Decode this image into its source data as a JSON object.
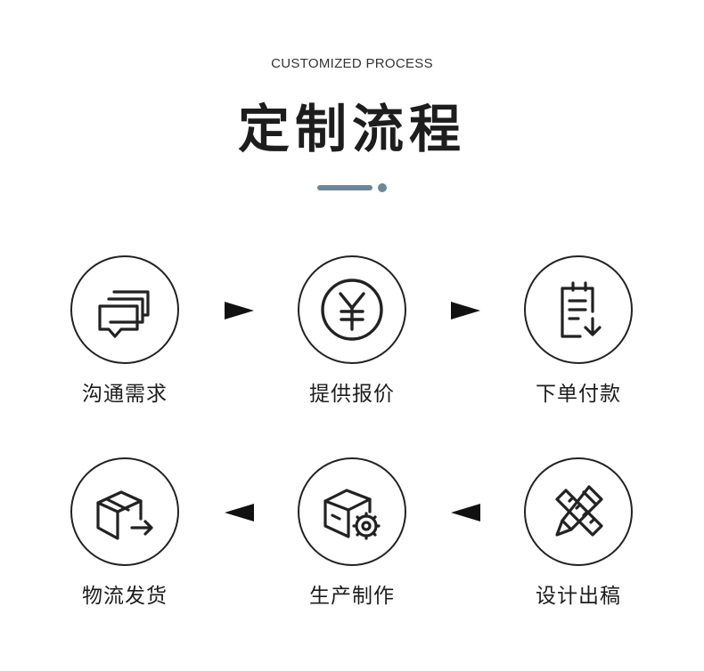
{
  "header": {
    "subtitle": "CUSTOMIZED PROCESS",
    "title": "定制流程",
    "accent_color": "#6b8799"
  },
  "steps": [
    {
      "label": "沟通需求",
      "icon": "chat-bubbles-icon"
    },
    {
      "label": "提供报价",
      "icon": "yuan-coin-icon"
    },
    {
      "label": "下单付款",
      "icon": "clipboard-download-icon"
    },
    {
      "label": "设计出稿",
      "icon": "pencil-ruler-icon"
    },
    {
      "label": "生产制作",
      "icon": "box-gear-icon"
    },
    {
      "label": "物流发货",
      "icon": "box-arrow-icon"
    }
  ]
}
